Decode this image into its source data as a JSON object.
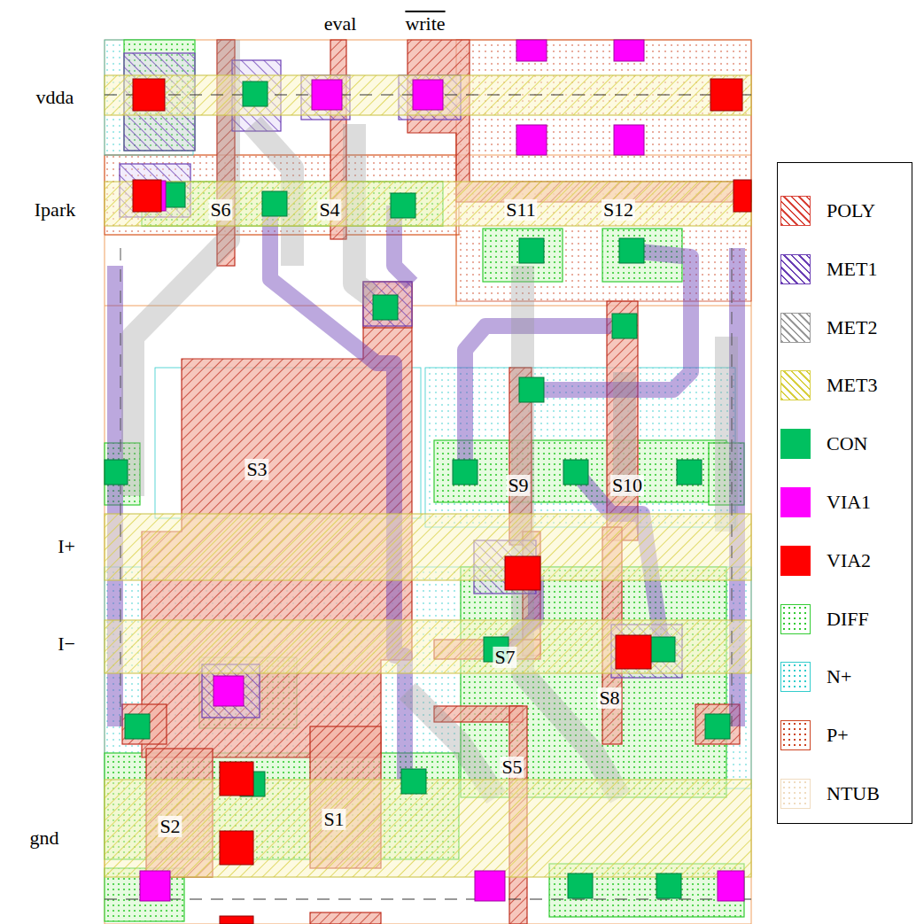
{
  "diagram": {
    "labels": [
      "eval",
      "write",
      "vdda",
      "Ipark",
      "I+",
      "I−",
      "gnd",
      "S6",
      "S4",
      "S11",
      "S12",
      "S3",
      "S9",
      "S10",
      "S7",
      "S8",
      "S5",
      "S1",
      "S2"
    ],
    "legend": [
      {
        "text": "POLY",
        "color": "#d9453a"
      },
      {
        "text": "MET1",
        "color": "#6b3fb5"
      },
      {
        "text": "MET2",
        "color": "#9a9a9a"
      },
      {
        "text": "MET3",
        "color": "#d8cf40"
      },
      {
        "text": "CON",
        "color": "#00c060"
      },
      {
        "text": "VIA1",
        "color": "#ff00ff"
      },
      {
        "text": "VIA2",
        "color": "#ff0000"
      },
      {
        "text": "DIFF",
        "color": "#33cc33"
      },
      {
        "text": "N+",
        "color": "#33cccc"
      },
      {
        "text": "P+",
        "color": "#cc4422"
      },
      {
        "text": "NTUB",
        "color": "#f0dcc0"
      }
    ]
  }
}
